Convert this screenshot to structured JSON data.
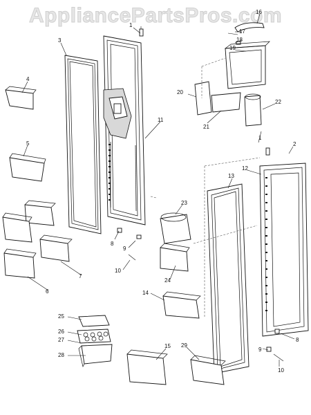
{
  "watermark": "AppliancePartsPros.com",
  "callouts": [
    "1",
    "2",
    "3",
    "4",
    "5",
    "6",
    "7",
    "8",
    "9",
    "10",
    "11",
    "12",
    "13",
    "14",
    "15",
    "16",
    "17",
    "18",
    "19",
    "20",
    "21",
    "22",
    "23",
    "24",
    "25",
    "26",
    "27",
    "28",
    "29"
  ]
}
